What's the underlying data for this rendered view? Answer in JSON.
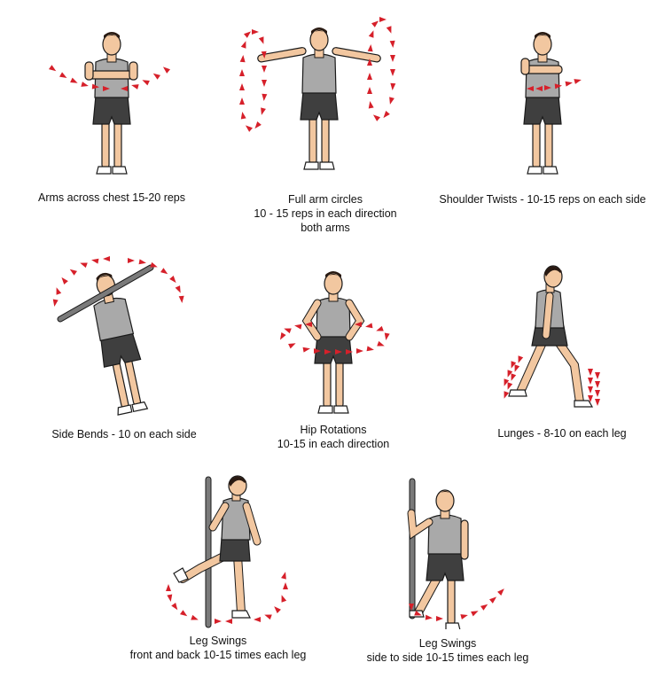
{
  "exercises": [
    {
      "id": "arms-across-chest",
      "caption": [
        "Arms across chest 15-20 reps"
      ]
    },
    {
      "id": "full-arm-circles",
      "caption": [
        "Full arm circles",
        "10 - 15 reps in each direction",
        "both arms"
      ]
    },
    {
      "id": "shoulder-twists",
      "caption": [
        "Shoulder Twists - 10-15 reps on each side"
      ]
    },
    {
      "id": "side-bends",
      "caption": [
        "Side Bends - 10 on each side"
      ]
    },
    {
      "id": "hip-rotations",
      "caption": [
        "Hip Rotations",
        "10-15 in each direction"
      ]
    },
    {
      "id": "lunges",
      "caption": [
        "Lunges - 8-10 on each leg"
      ]
    },
    {
      "id": "leg-swings-front-back",
      "caption": [
        "Leg Swings",
        "front and back 10-15 times each leg"
      ]
    },
    {
      "id": "leg-swings-side",
      "caption": [
        "Leg Swings",
        "side to side 10-15 times each leg"
      ]
    }
  ],
  "colors": {
    "arrow": "#d6202a",
    "skin": "#f2c7a0",
    "shirt": "#a9a9a9",
    "shorts": "#3f3f3f",
    "hair": "#2a1a12",
    "pole": "#7a7a7a",
    "outline": "#1a1a1a"
  }
}
